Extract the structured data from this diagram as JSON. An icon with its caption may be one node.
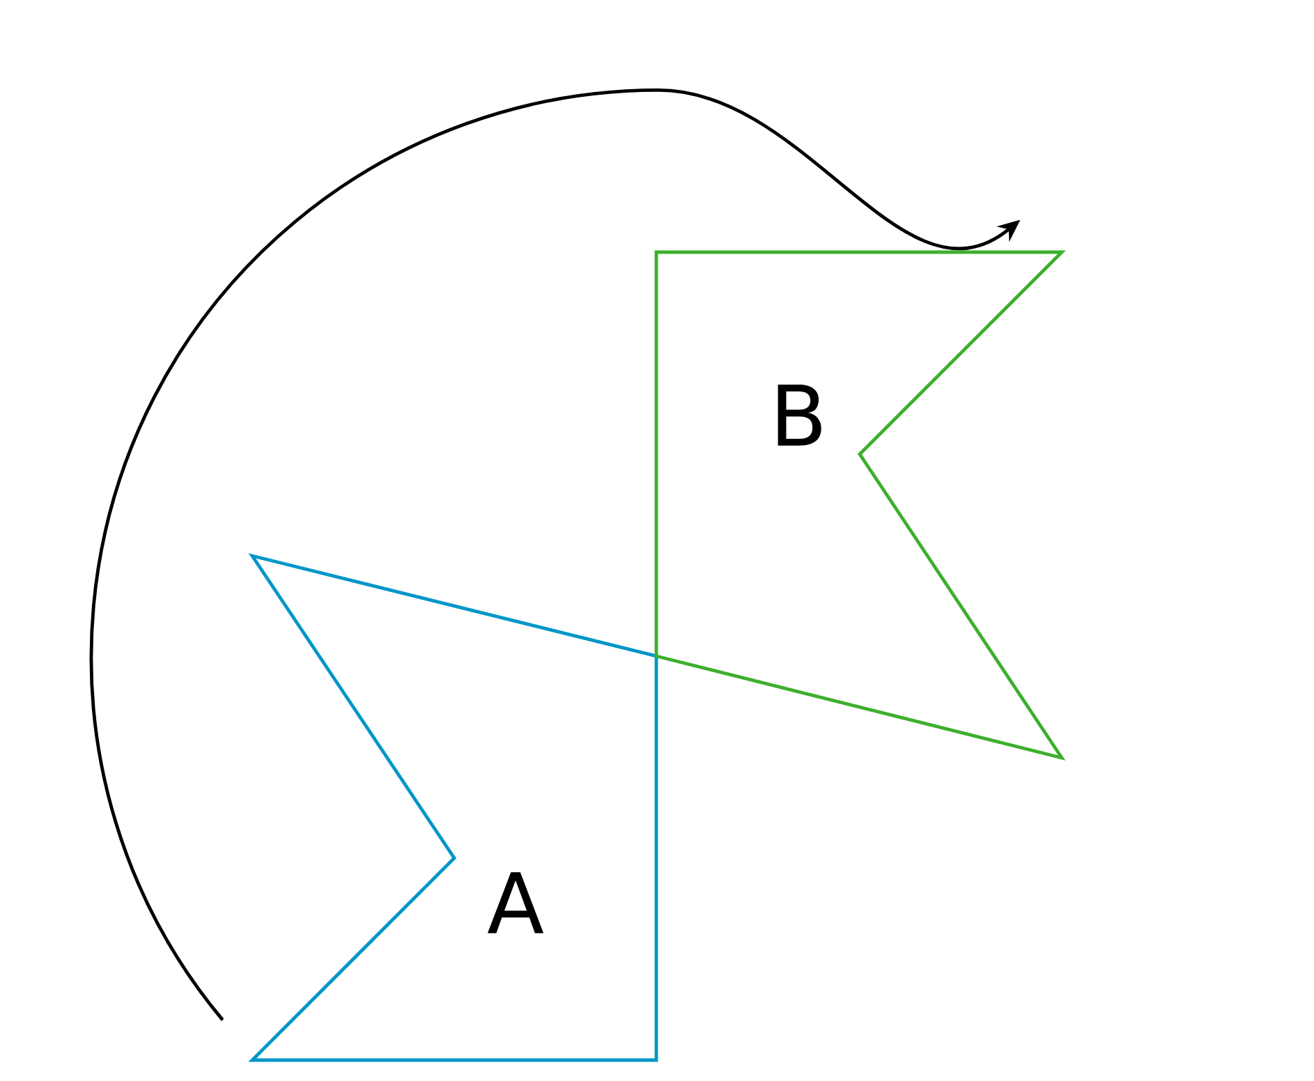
{
  "diagram": {
    "nodes": [
      {
        "text": [
          "A"
        ]
      },
      {
        "text": [
          "B"
        ]
      }
    ],
    "edges": [
      {
        "from": 0,
        "to": 1,
        "arrow": "to"
      }
    ]
  }
}
